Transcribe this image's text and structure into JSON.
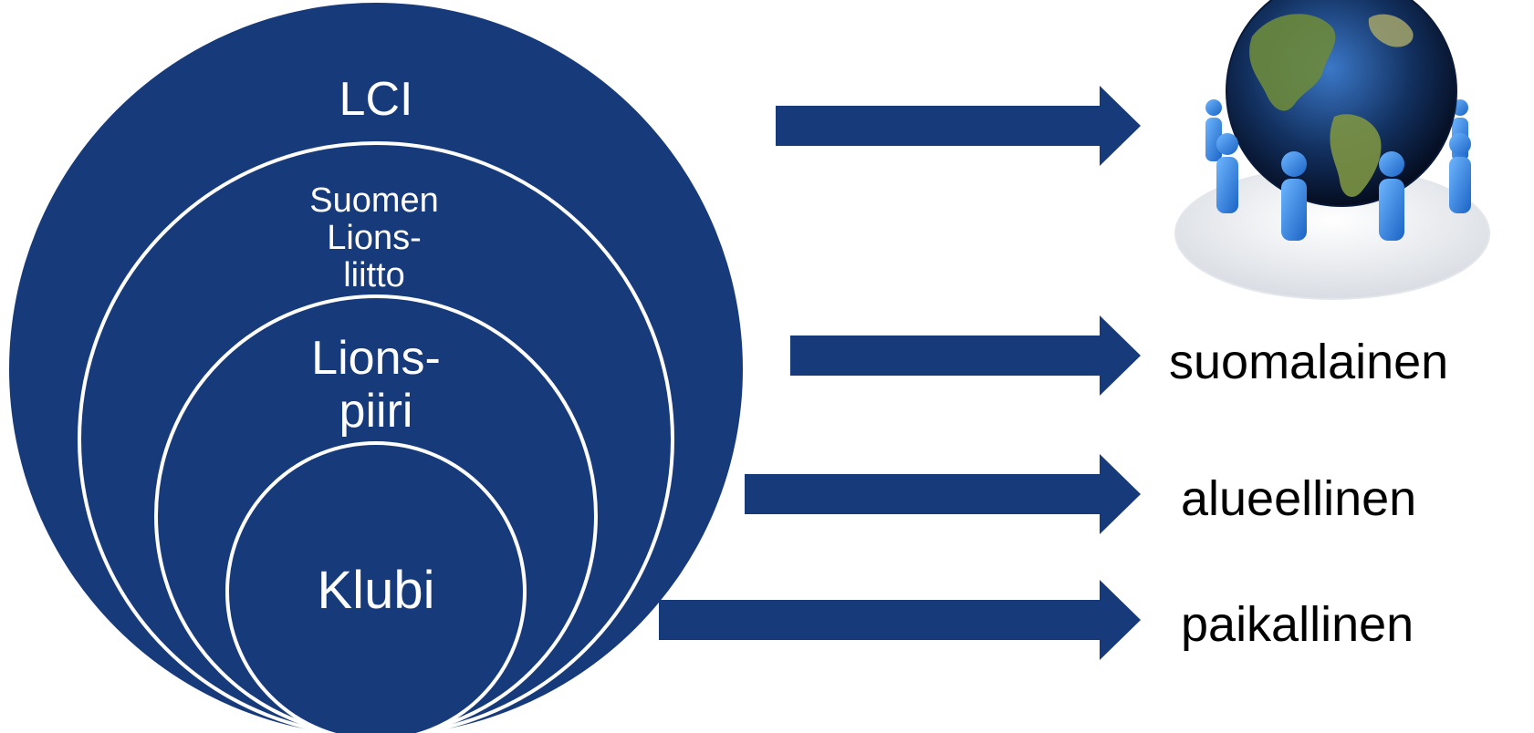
{
  "diagram": {
    "levels": {
      "lci": "LCI",
      "federation": [
        "Suomen",
        "Lions-",
        "liitto"
      ],
      "district": [
        "Lions-",
        "piiri"
      ],
      "club": "Klubi"
    },
    "scopes": {
      "national": "suomalainen",
      "regional": "alueellinen",
      "local": "paikallinen"
    },
    "globe_image": "globe-with-people-icon"
  },
  "colors": {
    "circle_fill": "#173A7A",
    "circle_stroke": "#ffffff",
    "arrow_fill": "#173A7A",
    "label_text": "#000000"
  }
}
